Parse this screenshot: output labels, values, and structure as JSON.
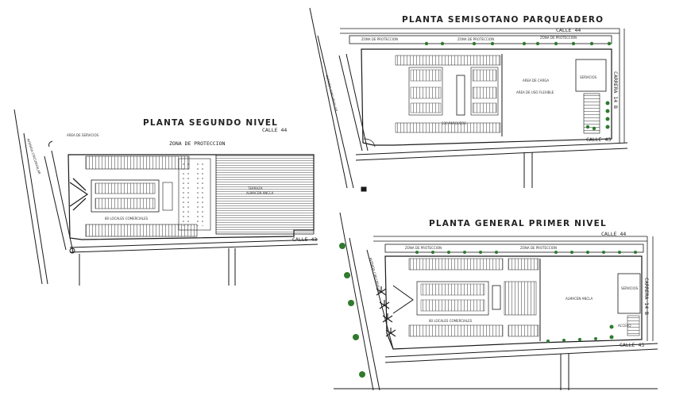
{
  "plans": {
    "segundo": {
      "title": "PLANTA SEGUNDO NIVEL",
      "calle_top": "CALLE 44",
      "zona": "ZONA DE PROTECCION",
      "calle_bottom": "CALLE 43",
      "avenida": "AVENIDA CIRCUNVALAR",
      "area_label": "AREA DE SERVICIOS",
      "locales": "80 LOCALES COMERCIALES",
      "almacen": "ALMACEN ANCLA",
      "terraza": "TERRAZA"
    },
    "semisotano": {
      "title": "PLANTA SEMISOTANO PARQUEADERO",
      "calle_top": "CALLE 44",
      "calle_bottom": "CALLE 43",
      "carrera": "CARRERA 14 B",
      "avenida": "AVENIDA CIRCUNVALAR",
      "zona1": "ZONA DE PROTECCION",
      "zona2": "ZONA DE PROTECCION",
      "zona3": "ZONA DE PROTECCION",
      "area_carga": "AREA DE CARGA",
      "area_flexible": "AREA DE USO FLEXIBLE",
      "parqueos": "330 PARQUEOS",
      "servicios": "SERVICIOS"
    },
    "general": {
      "title": "PLANTA GENERAL PRIMER NIVEL",
      "calle_top": "CALLE 44",
      "calle_bottom": "CALLE 43",
      "carrera": "CARRERA 14 B",
      "avenida": "AVENIDA CIRCUNVALAR",
      "zona1": "ZONA DE PROTECCION",
      "zona2": "ZONA DE PROTECCION",
      "almacen": "ALMACEN ANCLA",
      "locales": "80 LOCALES COMERCIALES",
      "servicios": "SERVICIOS",
      "acceso": "ACCESO"
    }
  },
  "colors": {
    "line": "#1a1a1a",
    "tree": "#2f7a2f",
    "hatch": "#666666"
  }
}
